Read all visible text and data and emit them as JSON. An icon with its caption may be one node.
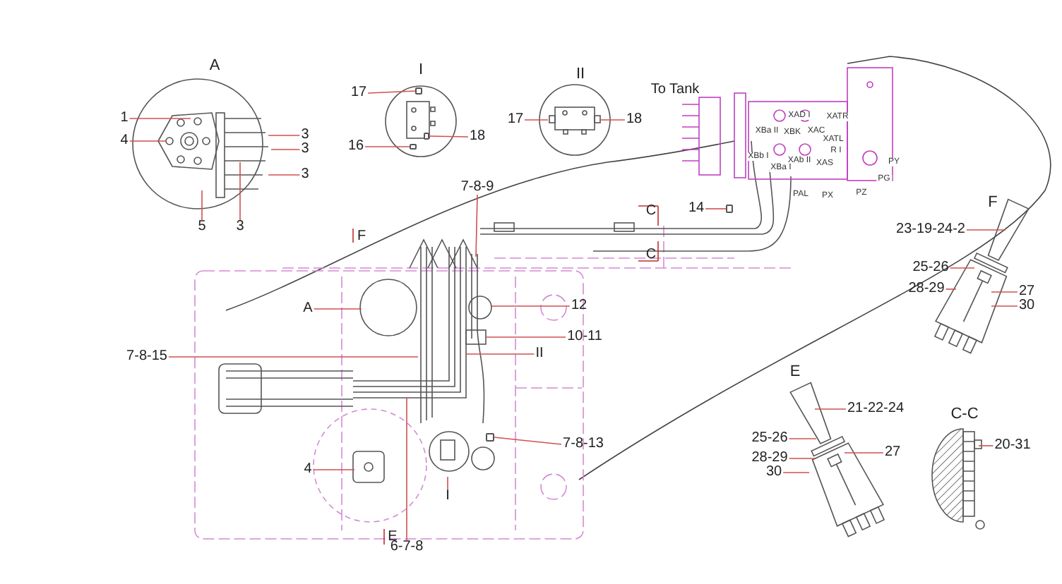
{
  "diagram": {
    "nodes": [
      {
        "text": [
          "1"
        ]
      },
      {
        "text": [
          "4"
        ]
      },
      {
        "text": [
          "3"
        ]
      },
      {
        "text": [
          "3"
        ]
      },
      {
        "text": [
          "3"
        ]
      },
      {
        "text": [
          "5"
        ]
      },
      {
        "text": [
          "3"
        ]
      },
      {
        "text": [
          "17"
        ]
      },
      {
        "text": [
          "16"
        ]
      },
      {
        "text": [
          "18"
        ]
      },
      {
        "text": [
          "17"
        ]
      },
      {
        "text": [
          "18"
        ]
      },
      {
        "text": [
          "14"
        ]
      },
      {
        "text": [
          "7-8-9"
        ]
      },
      {
        "text": [
          "A"
        ]
      },
      {
        "text": [
          "12"
        ]
      },
      {
        "text": [
          "10-11"
        ]
      },
      {
        "text": [
          "7-8-15"
        ]
      },
      {
        "text": [
          "II"
        ]
      },
      {
        "text": [
          "4"
        ]
      },
      {
        "text": [
          "7-8-13"
        ]
      },
      {
        "text": [
          "I"
        ]
      },
      {
        "text": [
          "6-7-8"
        ]
      },
      {
        "text": [
          "23-19-24-2"
        ]
      },
      {
        "text": [
          "25-26"
        ]
      },
      {
        "text": [
          "28-29"
        ]
      },
      {
        "text": [
          "27"
        ]
      },
      {
        "text": [
          "30"
        ]
      },
      {
        "text": [
          "21-22-24"
        ]
      },
      {
        "text": [
          "25-26"
        ]
      },
      {
        "text": [
          "28-29"
        ]
      },
      {
        "text": [
          "27"
        ]
      },
      {
        "text": [
          "30"
        ]
      },
      {
        "text": [
          "20-31"
        ]
      },
      {
        "text": [],
        "shape": "box"
      },
      {
        "text": [],
        "shape": "box"
      },
      {
        "text": [],
        "shape": "box"
      },
      {
        "text": [],
        "shape": "box"
      },
      {
        "text": [],
        "shape": "box"
      }
    ],
    "edges": [
      {
        "from": 0,
        "to": null,
        "arrow": "none"
      },
      {
        "from": 1,
        "to": null,
        "arrow": "none"
      },
      {
        "from": 2,
        "to": null,
        "arrow": "none"
      },
      {
        "from": 3,
        "to": null,
        "arrow": "none"
      },
      {
        "from": 4,
        "to": null,
        "arrow": "none"
      },
      {
        "from": 5,
        "to": null,
        "arrow": "none"
      },
      {
        "from": 6,
        "to": null,
        "arrow": "none"
      },
      {
        "from": 7,
        "to": 34,
        "arrow": "none"
      },
      {
        "from": 8,
        "to": 36,
        "arrow": "none"
      },
      {
        "from": 9,
        "to": 37,
        "arrow": "none"
      },
      {
        "from": 10,
        "to": null,
        "arrow": "none"
      },
      {
        "from": 11,
        "to": null,
        "arrow": "none"
      },
      {
        "from": 12,
        "to": 38,
        "arrow": "none"
      },
      {
        "from": 13,
        "to": null,
        "arrow": "none"
      },
      {
        "from": 14,
        "to": null,
        "arrow": "none"
      },
      {
        "from": 15,
        "to": null,
        "arrow": "none"
      },
      {
        "from": 16,
        "to": null,
        "arrow": "none"
      },
      {
        "from": 17,
        "to": null,
        "arrow": "none"
      },
      {
        "from": 18,
        "to": null,
        "arrow": "none"
      },
      {
        "from": 19,
        "to": null,
        "arrow": "none"
      },
      {
        "from": 20,
        "to": 35,
        "arrow": "none"
      },
      {
        "from": 21,
        "to": null,
        "arrow": "none"
      },
      {
        "from": 22,
        "to": null,
        "arrow": "none"
      },
      {
        "from": 23,
        "to": null,
        "arrow": "none"
      },
      {
        "from": 24,
        "to": null,
        "arrow": "none"
      },
      {
        "from": 25,
        "to": null,
        "arrow": "none"
      },
      {
        "from": 26,
        "to": null,
        "arrow": "none"
      },
      {
        "from": 27,
        "to": null,
        "arrow": "none"
      },
      {
        "from": 28,
        "to": null,
        "arrow": "none"
      },
      {
        "from": 29,
        "to": null,
        "arrow": "none"
      },
      {
        "from": 30,
        "to": null,
        "arrow": "none"
      },
      {
        "from": 31,
        "to": null,
        "arrow": "none"
      },
      {
        "from": 32,
        "to": null,
        "arrow": "none"
      },
      {
        "from": 33,
        "to": null,
        "arrow": "none"
      }
    ],
    "labels": [
      "A",
      "I",
      "II",
      "To Tank",
      "XAD I",
      "XATR",
      "XBa II",
      "XBK",
      "XAC",
      "XATL",
      "R I",
      "XBb I",
      "XAb II",
      "XAS",
      "XBa I",
      "PY",
      "PG",
      "PAL",
      "PX",
      "PZ",
      "C",
      "F",
      "C",
      "E",
      "F",
      "E",
      "C-C"
    ]
  }
}
